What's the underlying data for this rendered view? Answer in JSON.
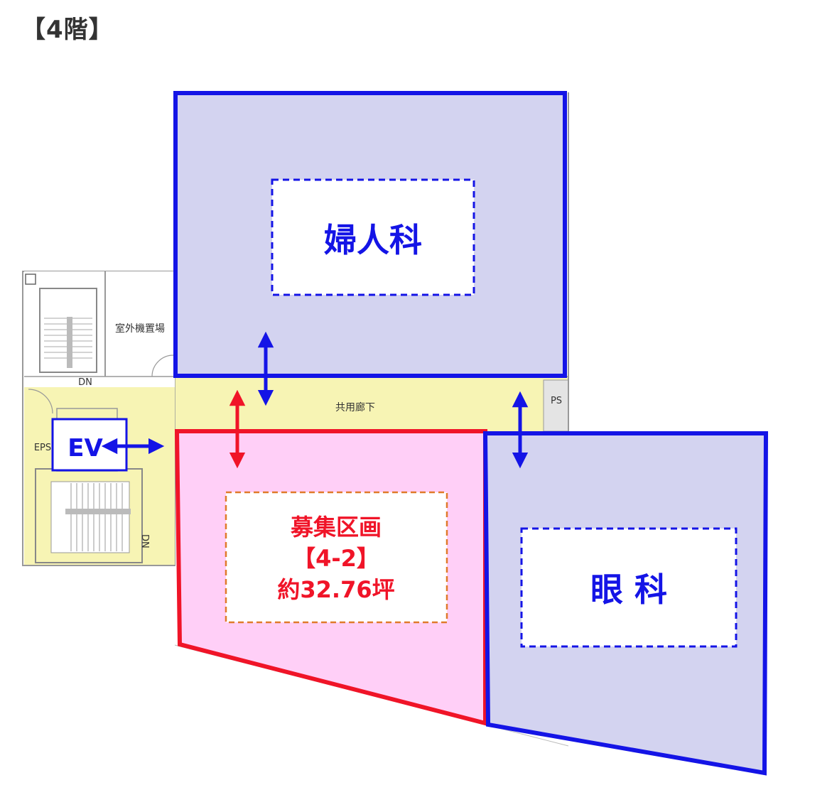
{
  "heading": "【4階】",
  "rooms": {
    "gynecology": "婦人科",
    "ophthalmology": "眼 科",
    "recruit": {
      "line1": "募集区画",
      "line2": "【4-2】",
      "line3": "約32.76坪"
    }
  },
  "labels": {
    "outdoor_unit": "室外機置場",
    "corridor": "共用廊下",
    "ps": "PS",
    "eps": "EPS",
    "ev": "EV",
    "dn_top": "DN",
    "dn_bottom": "DN"
  },
  "colors": {
    "blue": "#1414e6",
    "red": "#f01428",
    "orange": "#e07a2a",
    "lavender": "#d3d3f0",
    "pink": "#ffcff7",
    "corridor": "#f7f4b4"
  }
}
